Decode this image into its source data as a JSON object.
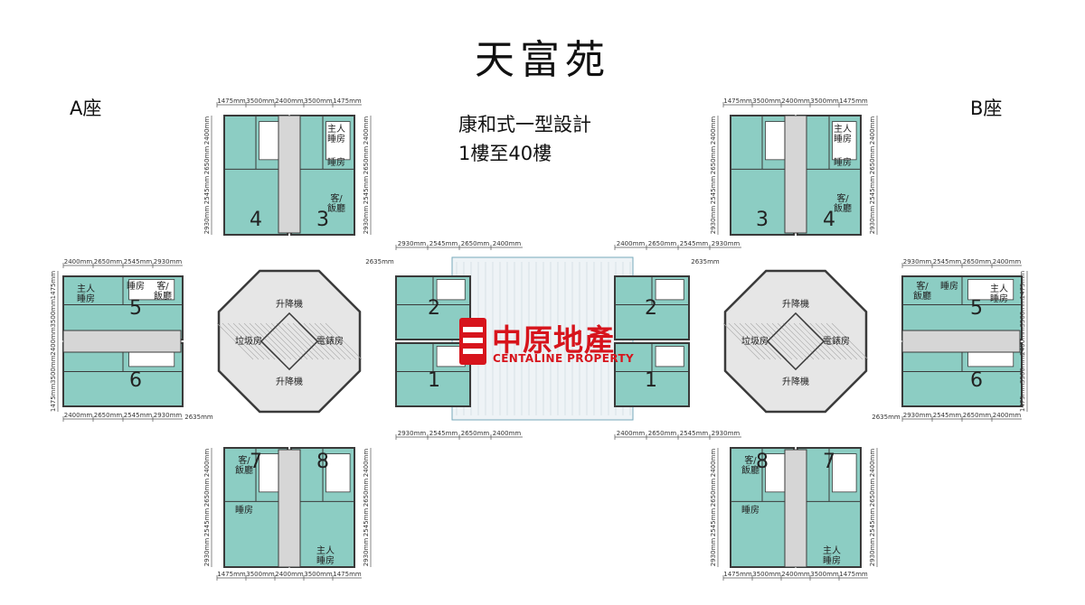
{
  "title": "天富苑",
  "blocks": {
    "a_label": "A座",
    "b_label": "B座"
  },
  "design": {
    "type": "康和式一型設計",
    "floors": "1樓至40樓"
  },
  "watermark": {
    "cn": "中原地產",
    "en": "CENTALINE PROPERTY"
  },
  "colors": {
    "unit_fill": "#8ccdc3",
    "wall": "#3a3a3a",
    "core_fill": "#e6e6e6",
    "corridor": "#d6d6d6",
    "brand": "#d7141c"
  },
  "units": {
    "a": [
      "4",
      "3",
      "5",
      "6",
      "2",
      "1",
      "7",
      "8"
    ],
    "b": [
      "3",
      "4",
      "5",
      "6",
      "2",
      "1",
      "8",
      "7"
    ]
  },
  "rooms": {
    "master": "主人\n睡房",
    "bedroom": "睡房",
    "living": "客/\n飯廳",
    "lift_lobby": "升降機",
    "refuse": "垃圾房",
    "electric": "電錶房"
  },
  "dimensions": {
    "top_row": [
      "1475mm",
      "3500mm",
      "2400mm",
      "3500mm",
      "1475mm"
    ],
    "wing_h": [
      "2400mm",
      "2650mm",
      "2545mm",
      "2930mm"
    ],
    "wing_h_rev": [
      "2930mm",
      "2545mm",
      "2650mm",
      "2400mm"
    ],
    "wing_v": [
      "1475mm",
      "3500mm",
      "2400mm",
      "3500mm",
      "1475mm"
    ],
    "tower_v": [
      "2400mm",
      "2650mm",
      "2545mm",
      "2930mm"
    ],
    "corner": "2635mm"
  }
}
